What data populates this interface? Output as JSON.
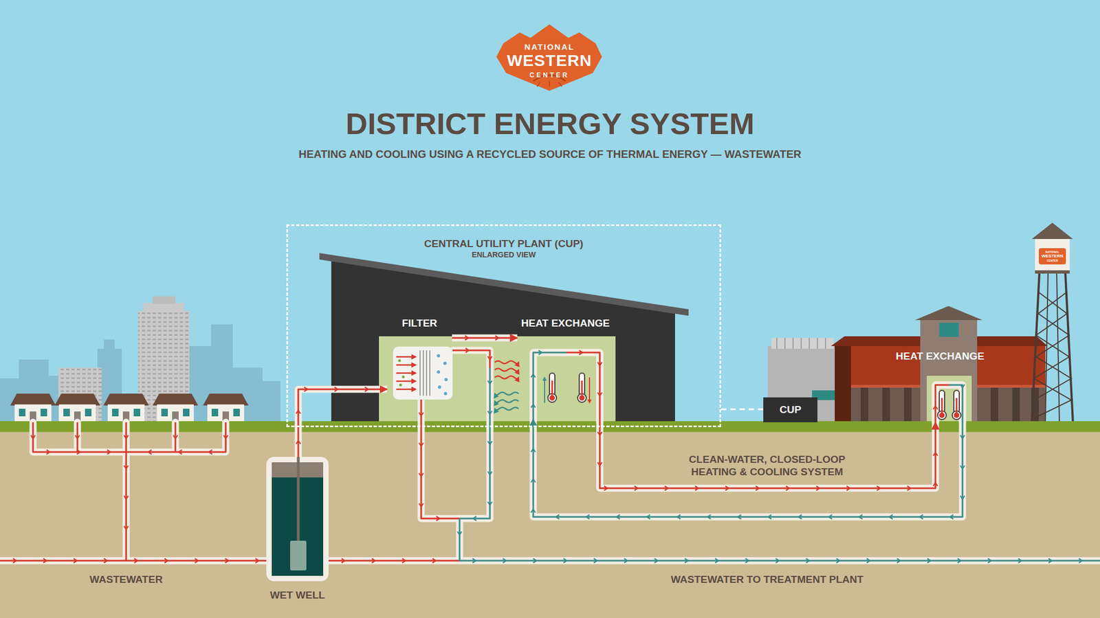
{
  "diagram": {
    "title": "DISTRICT ENERGY SYSTEM",
    "nodes": [
      {
        "text": [
          "CENTRAL UTILITY PLANT (CUP)",
          "ENLARGED VIEW"
        ]
      },
      {
        "text": [
          "FILTER"
        ],
        "in": 0
      },
      {
        "text": [
          "HEAT EXCHANGE"
        ],
        "in": 0
      },
      {
        "text": [
          "CUP"
        ]
      },
      {
        "text": [
          "HEAT EXCHANGE"
        ]
      },
      {
        "text": [
          "WET WELL"
        ]
      }
    ],
    "edges": [
      {
        "from": 5,
        "to": 1,
        "arrow": "to"
      },
      {
        "from": 1,
        "to": 2,
        "arrow": "to"
      },
      {
        "from": 2,
        "to": 4,
        "arrow": "to"
      },
      {
        "from": 4,
        "to": 2,
        "arrow": "to"
      },
      {
        "from": 0,
        "to": 3,
        "arrow": "none"
      }
    ],
    "labels": [
      "NATIONAL",
      "WESTERN",
      "CENTER",
      "HEATING AND COOLING USING A RECYCLED SOURCE OF THERMAL ENERGY — WASTEWATER",
      "CLEAN-WATER, CLOSED-LOOP HEATING & COOLING SYSTEM",
      "WASTEWATER",
      "WASTEWATER TO TREATMENT PLANT",
      "NATIONAL",
      "WESTERN",
      "CENTER"
    ]
  }
}
